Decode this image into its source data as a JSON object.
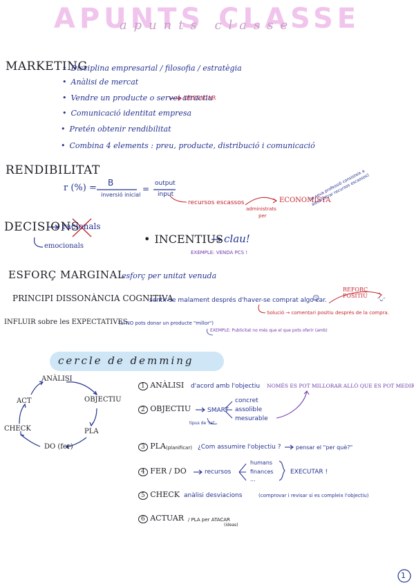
{
  "title": "APUNTS CLASSE",
  "title_sub": "apunts classe",
  "marketing": {
    "heading": "MARKETING",
    "bullets": [
      "Disciplina empresarial / filosofia / estratègia",
      "Anàlisi de mercat",
      "Vendre un producte o servei atractiu",
      "Comunicació identitat empresa",
      "Pretén obtenir rendibilitat",
      "Combina 4 elements : preu, producte, distribució i comunicació"
    ],
    "destacar": "DESTACAR"
  },
  "rendibilitat": {
    "heading": "RENDIBILITAT",
    "formula_lhs": "r (%) =",
    "numerator": "B",
    "denominator": "inversió inicial",
    "eq": "=",
    "num2": "output",
    "den2": "input",
    "recursos": "recursos escassos",
    "administrats": "administrats",
    "per": "per",
    "economista": "ECONOMISTA",
    "economista_note": "(la seva professió consisteix a administrar recursos escassos)"
  },
  "decisions": {
    "heading": "DECISIONS",
    "racionals": "racionals",
    "emocionals": "emocionals",
    "incentius": "INCENTIUS",
    "clau": "clau!",
    "exemple": "EXEMPLE: VENDA PCS !"
  },
  "esforc": {
    "heading": "ESFORÇ MARGINAL",
    "text": "esforç per unitat venuda"
  },
  "principi": {
    "heading": "PRINCIPI DISSONÀNCIA COGNITIVA",
    "text": "sentir-se malament després d'haver-se comprat algo car.",
    "solucio": "Solució → comentari positiu després de la compra.",
    "reforc": "REFORÇ POSITIU"
  },
  "influir": {
    "heading": "INFLUIR sobre les EXPECTATIVES",
    "note": "(si NO pots donar un producte \"millor\")",
    "exemple": "EXEMPLE: Publicitat no més que el que pots oferir (amb)"
  },
  "cercle": {
    "title": "cercle de demming",
    "nodes": {
      "analisi": "ANÀLISI",
      "objectiu": "OBJECTIU",
      "pla": "PLA",
      "do": "DO (fer)",
      "check": "CHECK",
      "act": "ACT"
    }
  },
  "steps": [
    {
      "num": "1",
      "label": "ANÀLISI",
      "text": "d'acord amb l'objectiu",
      "note": "NOMÉS ES POT MILLORAR ALLÒ QUE ES POT MEDIR"
    },
    {
      "num": "2",
      "label": "OBJECTIU",
      "smart": "SMART",
      "tipus": "tipus de 'tal'",
      "items": [
        "concret",
        "assolible",
        "mesurable"
      ]
    },
    {
      "num": "3",
      "label": "PLA",
      "sub": "(planificar)",
      "text": "¿Com assumire l'objectiu ?",
      "text2": "pensar el \"per què?\""
    },
    {
      "num": "4",
      "label": "FER / DO",
      "text": "recursos",
      "items": [
        "humans",
        "finances",
        "..."
      ],
      "executar": "EXECUTAR !"
    },
    {
      "num": "5",
      "label": "CHECK",
      "text": "anàlisi desviacions",
      "note": "(comprovar i revisar si es compleix l'objectiu)"
    },
    {
      "num": "6",
      "label": "ACTUAR",
      "sub": "/ PLA per ATACAR",
      "sub2": "(ideas)"
    }
  ],
  "page_number": "1",
  "colors": {
    "ink": "#1c1c24",
    "blue": "#23318f",
    "red": "#c4262e",
    "purple": "#6e3aa8",
    "title_pink": "#f0c4ec",
    "highlight": "#cfe6f6"
  }
}
